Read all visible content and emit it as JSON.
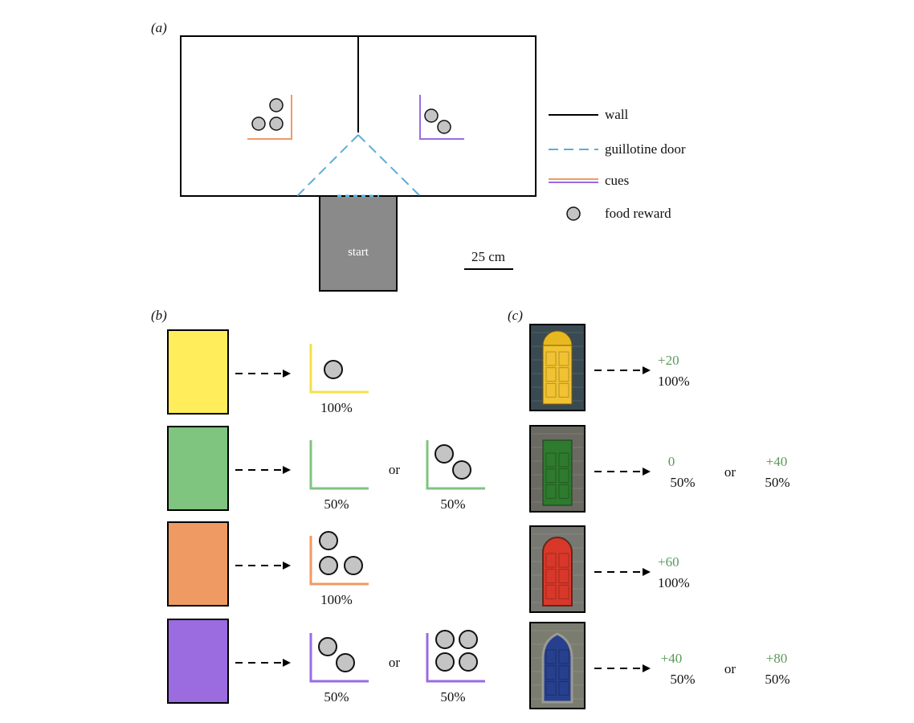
{
  "panel_labels": {
    "a": "(a)",
    "b": "(b)",
    "c": "(c)"
  },
  "arena": {
    "start_label": "start",
    "scale_label": "25 cm",
    "colors": {
      "wall": "#000000",
      "door": "#5aafd6",
      "start_fill": "#8a8a8a",
      "food": "#c4c4c4"
    }
  },
  "legend": [
    {
      "name": "legend-wall",
      "symbol": "wall",
      "label": "wall"
    },
    {
      "name": "legend-door",
      "symbol": "door",
      "label": "guillotine door"
    },
    {
      "name": "legend-cues",
      "symbol": "cues",
      "label": "cues"
    },
    {
      "name": "legend-food",
      "symbol": "food",
      "label": "food reward"
    }
  ],
  "cue_colors": {
    "orange": "#ef9a63",
    "purple": "#9b6be0",
    "yellow": "#ffed5c",
    "green": "#7fc47f"
  },
  "rows_b": [
    {
      "color": "#ffed5c",
      "line_color": "#f5e04a",
      "outcomes": [
        {
          "food": 1,
          "pct": "100%"
        }
      ]
    },
    {
      "color": "#7fc47f",
      "line_color": "#7fc47f",
      "outcomes": [
        {
          "food": 0,
          "pct": "50%"
        },
        {
          "food": 2,
          "pct": "50%"
        }
      ],
      "or_label": "or"
    },
    {
      "color": "#ef9a63",
      "line_color": "#ef9a63",
      "outcomes": [
        {
          "food": 3,
          "pct": "100%"
        }
      ]
    },
    {
      "color": "#9b6be0",
      "line_color": "#9b6be0",
      "outcomes": [
        {
          "food": 2,
          "pct": "50%"
        },
        {
          "food": 4,
          "pct": "50%"
        }
      ],
      "or_label": "or"
    }
  ],
  "rows_c": [
    {
      "door_color": "#f1c232",
      "outcomes": [
        {
          "value": "+20",
          "pct": "100%"
        }
      ]
    },
    {
      "door_color": "#2e7a2e",
      "outcomes": [
        {
          "value": "0",
          "pct": "50%"
        },
        {
          "value": "+40",
          "pct": "50%"
        }
      ],
      "or_label": "or"
    },
    {
      "door_color": "#d8382a",
      "outcomes": [
        {
          "value": "+60",
          "pct": "100%"
        }
      ]
    },
    {
      "door_color": "#27408e",
      "outcomes": [
        {
          "value": "+40",
          "pct": "50%"
        },
        {
          "value": "+80",
          "pct": "50%"
        }
      ],
      "or_label": "or"
    }
  ],
  "value_color": "#5a9a5a"
}
